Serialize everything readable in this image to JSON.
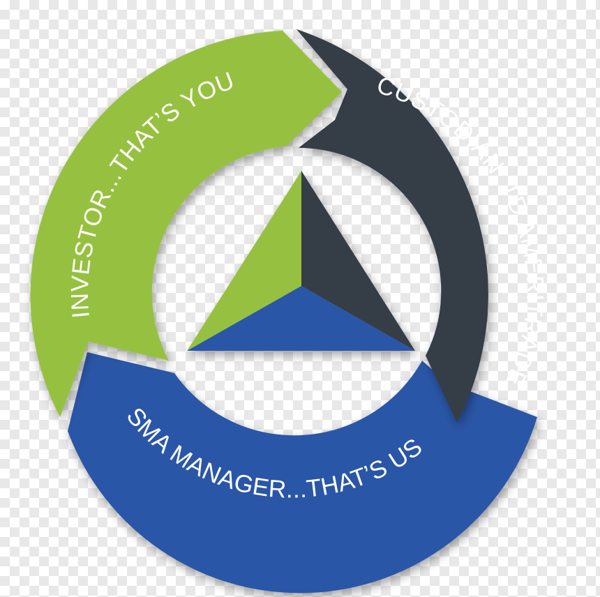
{
  "colors": {
    "investor": "#96c13f",
    "custodian": "#353c46",
    "manager": "#2b57a7",
    "label_text": "#ffffff"
  },
  "segments": {
    "investor": {
      "label": "INVESTOR...THAT’S YOU"
    },
    "custodian": {
      "label": "CUSTODIAN: TD AMERITRADE"
    },
    "manager": {
      "label": "SMA MANAGER...THAT’S US"
    }
  }
}
